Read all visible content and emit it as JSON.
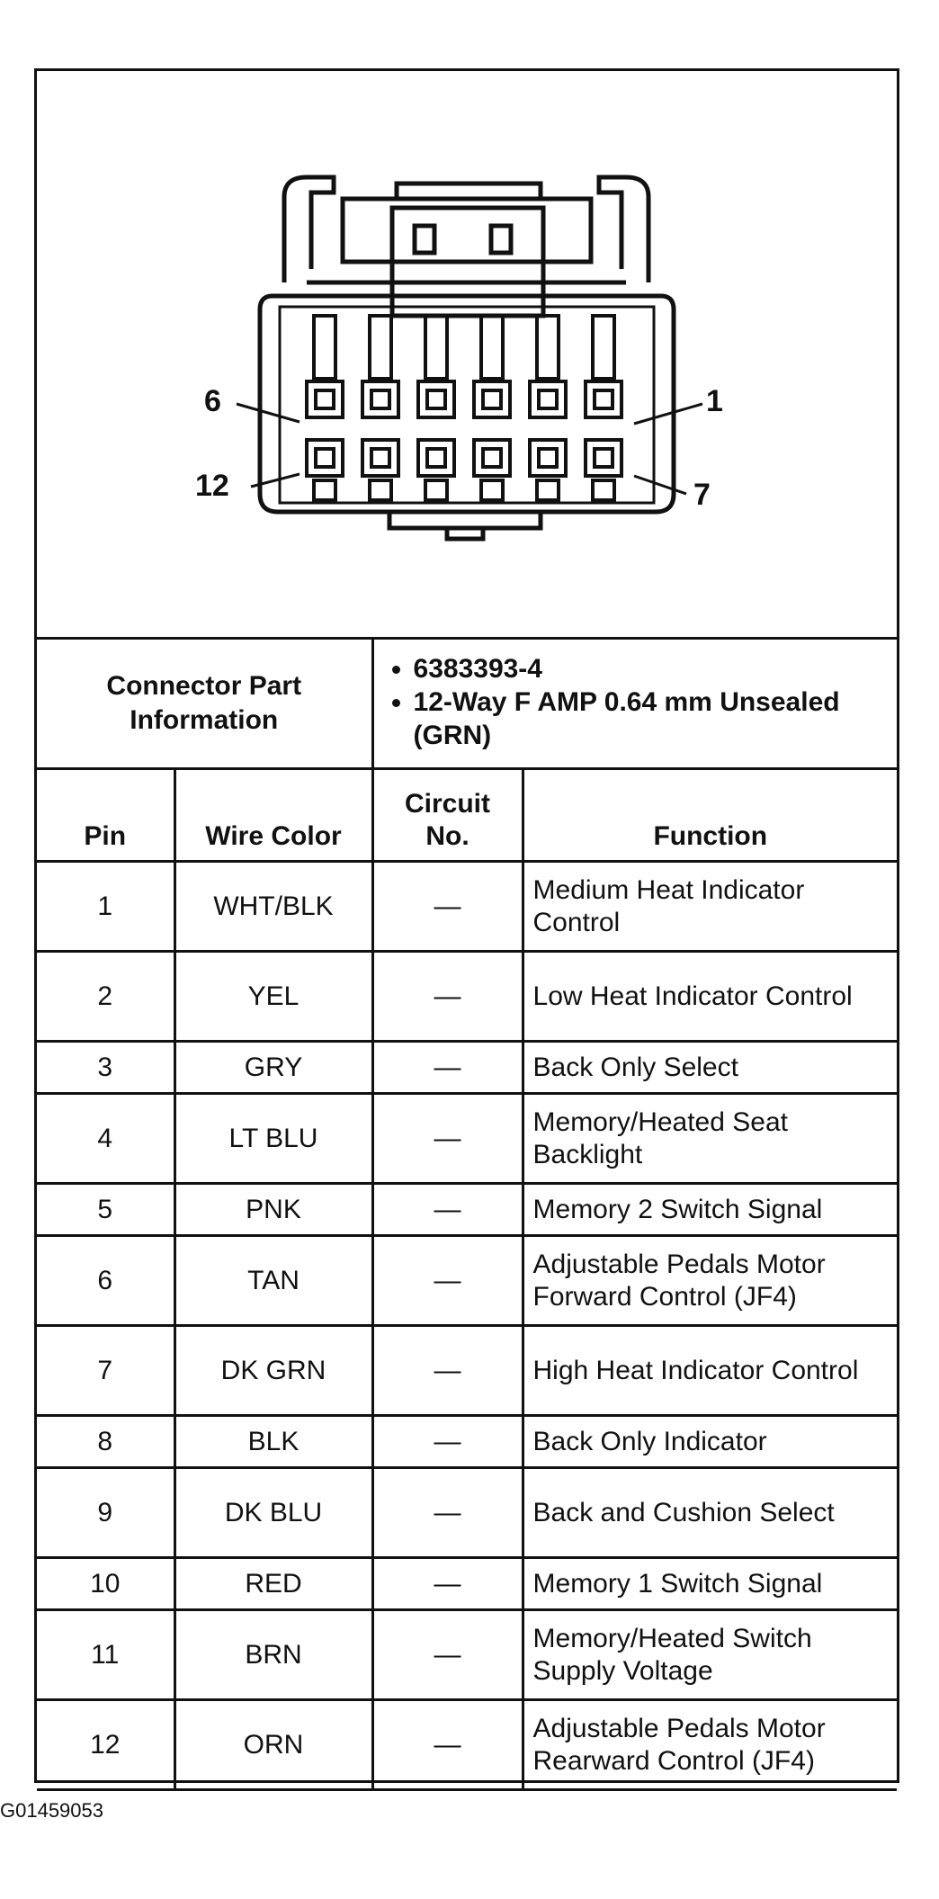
{
  "connector": {
    "pin_labels": [
      "6",
      "1",
      "12",
      "7"
    ]
  },
  "info": {
    "label": "Connector Part Information",
    "details": [
      "6383393-4",
      "12-Way F AMP 0.64 mm Unsealed (GRN)"
    ]
  },
  "headers": {
    "pin": "Pin",
    "wire_color": "Wire Color",
    "circuit": "Circuit No.",
    "function": "Function"
  },
  "rows": [
    {
      "pin": "1",
      "color": "WHT/BLK",
      "circuit": "—",
      "function": "Medium Heat Indicator Control"
    },
    {
      "pin": "2",
      "color": "YEL",
      "circuit": "—",
      "function": "Low Heat Indicator Control"
    },
    {
      "pin": "3",
      "color": "GRY",
      "circuit": "—",
      "function": "Back Only Select"
    },
    {
      "pin": "4",
      "color": "LT BLU",
      "circuit": "—",
      "function": "Memory/Heated Seat Backlight"
    },
    {
      "pin": "5",
      "color": "PNK",
      "circuit": "—",
      "function": "Memory 2 Switch Signal"
    },
    {
      "pin": "6",
      "color": "TAN",
      "circuit": "—",
      "function": "Adjustable Pedals Motor Forward Control (JF4)"
    },
    {
      "pin": "7",
      "color": "DK GRN",
      "circuit": "—",
      "function": "High Heat Indicator Control"
    },
    {
      "pin": "8",
      "color": "BLK",
      "circuit": "—",
      "function": "Back Only Indicator"
    },
    {
      "pin": "9",
      "color": "DK BLU",
      "circuit": "—",
      "function": "Back and Cushion Select"
    },
    {
      "pin": "10",
      "color": "RED",
      "circuit": "—",
      "function": "Memory 1 Switch Signal"
    },
    {
      "pin": "11",
      "color": "BRN",
      "circuit": "—",
      "function": "Memory/Heated Switch Supply Voltage"
    },
    {
      "pin": "12",
      "color": "ORN",
      "circuit": "—",
      "function": "Adjustable Pedals Motor Rearward Control (JF4)"
    }
  ],
  "caption": "G01459053"
}
